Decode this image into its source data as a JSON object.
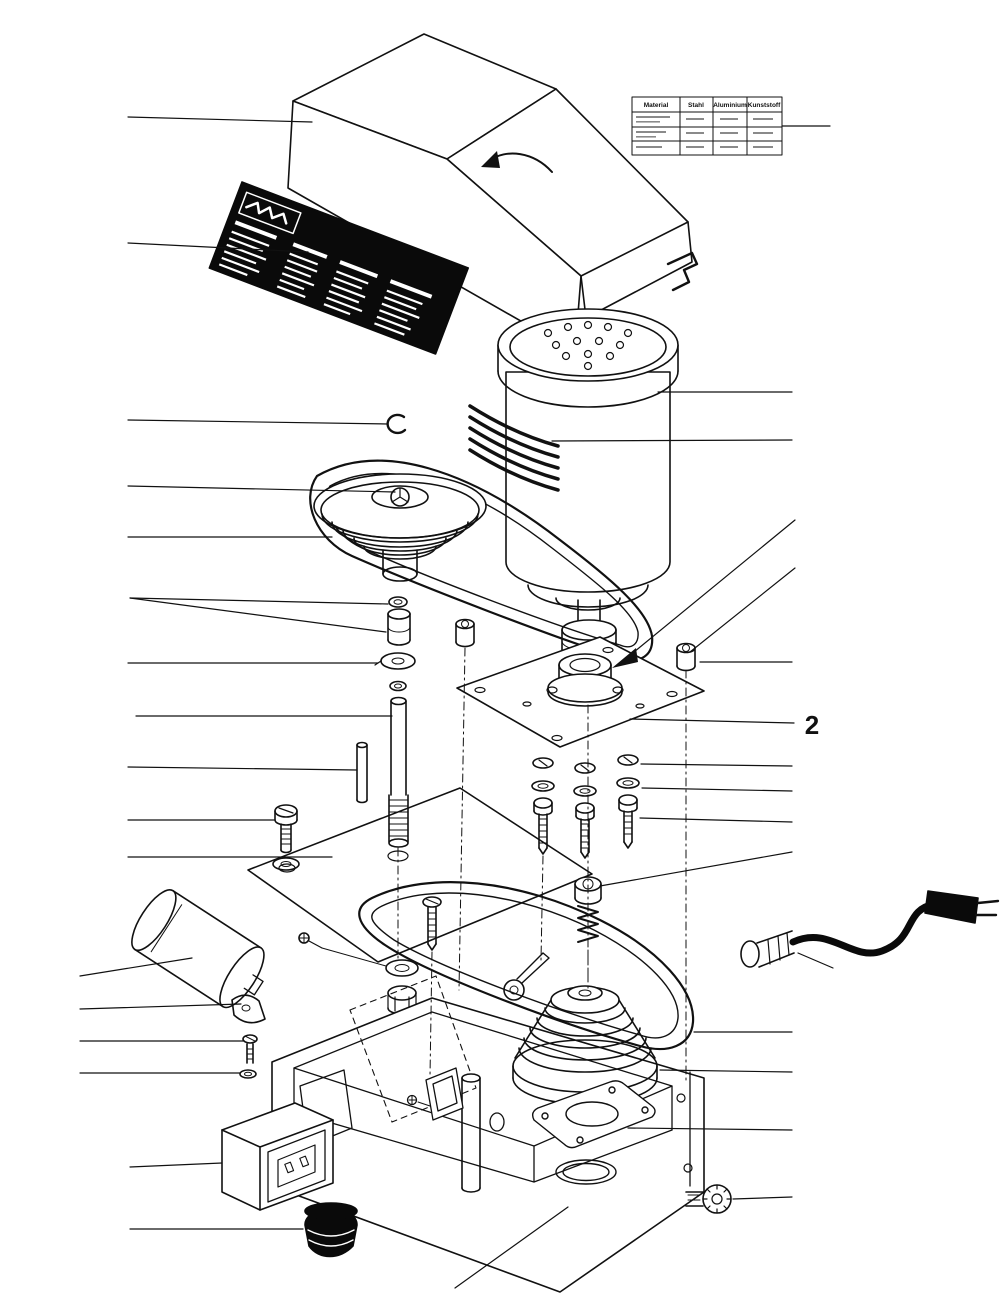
{
  "page": {
    "background": "#ffffff",
    "line_color": "#111111",
    "sticker_color": "#0a0a0a"
  },
  "callouts": {
    "part_2": "2"
  },
  "materials_table": {
    "headers": [
      "Material",
      "Stahl",
      "Aluminium",
      "Kunststoff"
    ]
  }
}
